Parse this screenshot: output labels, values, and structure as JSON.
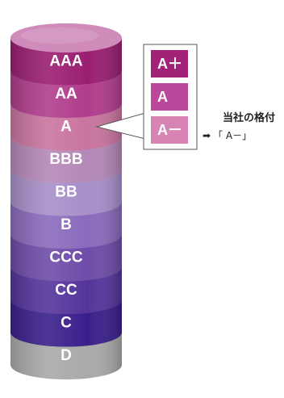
{
  "tiers": [
    {
      "label": "AAA",
      "color": "#9a1e72",
      "top_color": "#c96aa8"
    },
    {
      "label": "AA",
      "color": "#b03d8c",
      "top_color": "#cf86b9"
    },
    {
      "label": "A",
      "color": "#c9759f",
      "top_color": "#dca0c0"
    },
    {
      "label": "BBB",
      "color": "#b488b7",
      "top_color": "#ccaad0"
    },
    {
      "label": "BB",
      "color": "#a78fc9",
      "top_color": "#c2b1dd"
    },
    {
      "label": "B",
      "color": "#8a6abc",
      "top_color": "#a990d2"
    },
    {
      "label": "CCC",
      "color": "#6e4ca9",
      "top_color": "#8f73c1"
    },
    {
      "label": "CC",
      "color": "#54349b",
      "top_color": "#7558b3"
    },
    {
      "label": "C",
      "color": "#3a1f8b",
      "top_color": "#5b43a6"
    },
    {
      "label": "D",
      "color": "#a9a9a9",
      "top_color": "#5f5f5f"
    }
  ],
  "top_cap_color": "#cf8cbb",
  "callout": {
    "subgrades": [
      {
        "label": "A＋",
        "color": "#a12277"
      },
      {
        "label": "A",
        "color": "#b9479a"
      },
      {
        "label": "A－",
        "color": "#d784b5"
      }
    ],
    "note_line1": "当社の格付",
    "note_line2": "「 A－」",
    "arrow_glyph": "➡"
  }
}
